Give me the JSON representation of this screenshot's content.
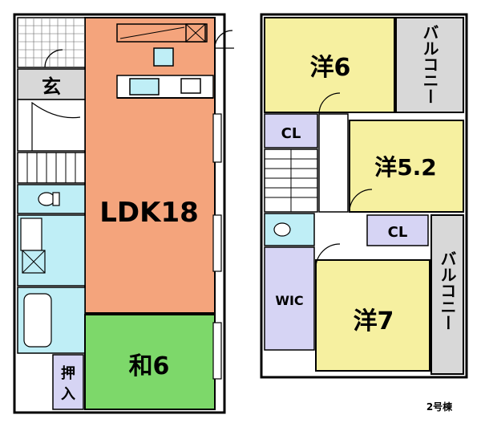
{
  "rooms": {
    "ldk": "LDK18",
    "washitsu": "和6",
    "genkan": "玄",
    "oshiire_1": "押",
    "oshiire_2": "入",
    "yo6": "洋6",
    "yo52": "洋5.2",
    "yo7": "洋7",
    "cl_upper": "CL",
    "cl_lower": "CL",
    "wic": "WIC",
    "balcony_top": "バルコニー",
    "balcony_bottom": "バルコニー"
  },
  "footer": {
    "unit_label": "2号棟"
  },
  "colors": {
    "ldk": "#f4a47c",
    "washitsu": "#7dd86a",
    "western": "#f6f0a0",
    "closet": "#d6d4f4",
    "wet_area": "#bfeef6",
    "balcony": "#d8d8d8",
    "genkan": "#d8d8d8",
    "wall": "#000000"
  }
}
